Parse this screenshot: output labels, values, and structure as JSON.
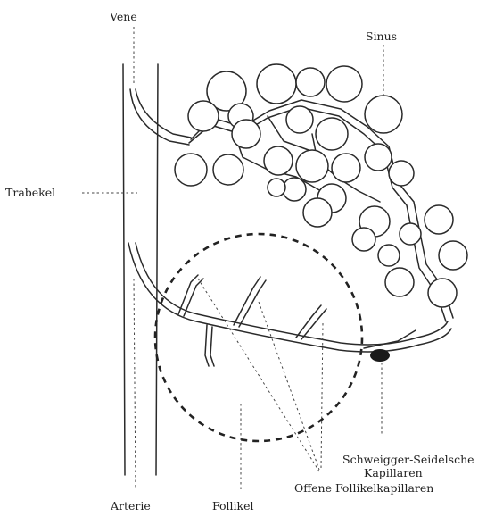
{
  "labels": {
    "vene": "Vene",
    "sinus": "Sinus",
    "trabekel": "Trabekel",
    "arterie": "Arterie",
    "follikel": "Follikel",
    "schweigger_line1": "Schweigger-Seidelsche",
    "schweigger_line2": "Kapillaren",
    "offene": "Offene Follikelkapillaren"
  },
  "colors": {
    "ink": "#2a2a2a",
    "background": "#ffffff"
  }
}
